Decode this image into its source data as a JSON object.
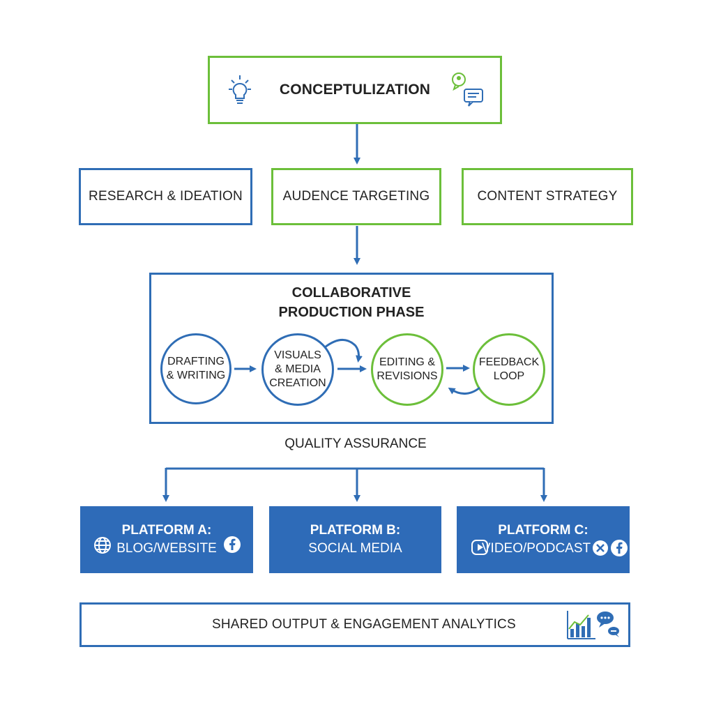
{
  "top": {
    "title": "CONCEPTULIZATION",
    "icons": [
      "lightbulb-icon",
      "chat-bubbles-icon"
    ]
  },
  "row2": [
    {
      "label": "RESEARCH & IDEATION",
      "color": "blue"
    },
    {
      "label": "AUDENCE TARGETING",
      "color": "green"
    },
    {
      "label": "CONTENT STRATEGY",
      "color": "green"
    }
  ],
  "production": {
    "title_line1": "COLLABORATIVE",
    "title_line2": "PRODUCTION PHASE",
    "steps": [
      {
        "label": "DRAFTING\n& WRITING",
        "color": "blue"
      },
      {
        "label": "VISUALS\n& MEDIA\nCREATION",
        "color": "blue"
      },
      {
        "label": "EDITING &\nREVISIONS",
        "color": "green"
      },
      {
        "label": "FEEDBACK\nLOOP",
        "color": "green"
      }
    ]
  },
  "qa_label": "QUALITY ASSURANCE",
  "platforms": [
    {
      "title": "PLATFORM A:",
      "subtitle": "BLOG/WEBSITE",
      "icons": [
        "globe-icon",
        "facebook-icon"
      ]
    },
    {
      "title": "PLATFORM B:",
      "subtitle": "SOCIAL MEDIA",
      "icons": []
    },
    {
      "title": "PLATFORM C:",
      "subtitle": "VIDEO/PODCAST",
      "icons": [
        "play-icon",
        "x-icon",
        "facebook-icon"
      ]
    }
  ],
  "bottom": {
    "label": "SHARED OUTPUT & ENGAGEMENT ANALYTICS",
    "icons": [
      "analytics-chart-icon",
      "chat-bubbles-icon"
    ]
  },
  "colors": {
    "blue": "#2f6db5",
    "green": "#6cbf3a",
    "platform_fill": "#2e6bb8"
  }
}
